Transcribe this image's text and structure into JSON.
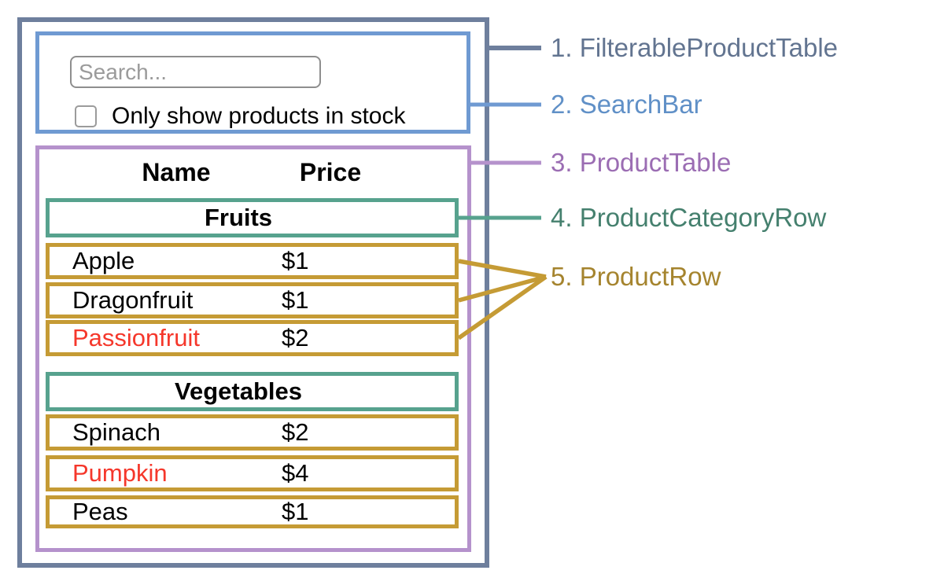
{
  "component_labels": [
    {
      "label": "1. FilterableProductTable",
      "color": "#627490"
    },
    {
      "label": "2. SearchBar",
      "color": "#6090c7"
    },
    {
      "label": "3. ProductTable",
      "color": "#9b6db3"
    },
    {
      "label": "4. ProductCategoryRow",
      "color": "#45806e"
    },
    {
      "label": "5. ProductRow",
      "color": "#a5842e"
    }
  ],
  "search_bar": {
    "search_placeholder": "Search...",
    "checkbox_label": "Only show products in stock",
    "checkbox_checked": false
  },
  "product_table": {
    "headers": {
      "name": "Name",
      "price": "Price"
    },
    "sections": [
      {
        "category": "Fruits",
        "rows": [
          {
            "name": "Apple",
            "price": "$1",
            "in_stock": true
          },
          {
            "name": "Dragonfruit",
            "price": "$1",
            "in_stock": true
          },
          {
            "name": "Passionfruit",
            "price": "$2",
            "in_stock": false
          }
        ]
      },
      {
        "category": "Vegetables",
        "rows": [
          {
            "name": "Spinach",
            "price": "$2",
            "in_stock": true
          },
          {
            "name": "Pumpkin",
            "price": "$4",
            "in_stock": false
          },
          {
            "name": "Peas",
            "price": "$1",
            "in_stock": true
          }
        ]
      }
    ]
  },
  "colors": {
    "filterable_product_table_border": "#6e7f9d",
    "search_bar_border": "#6f9ad2",
    "product_table_border": "#b592cc",
    "product_category_row_border": "#57a28e",
    "product_row_border": "#c59b35",
    "out_of_stock_text": "#f5372b"
  }
}
